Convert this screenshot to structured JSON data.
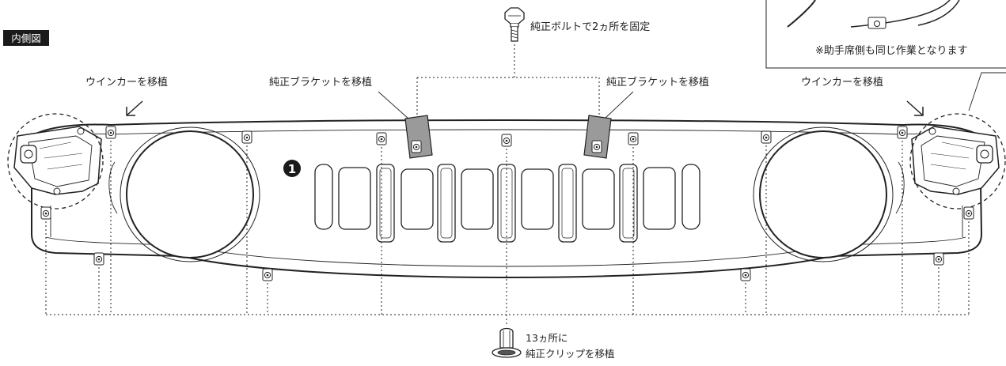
{
  "view_tag": "内側図",
  "step_number": "1",
  "labels": {
    "bolt": "純正ボルトで2ヵ所を固定",
    "bracket_left": "純正ブラケットを移植",
    "bracket_right": "純正ブラケットを移植",
    "winker_left": "ウインカーを移植",
    "winker_right": "ウインカーを移植",
    "passenger_note": "※助手席側も同じ作業となります",
    "clip_line1": "13ヵ所に",
    "clip_line2": "純正クリップを移植"
  },
  "colors": {
    "tag_bg": "#1a1a1a",
    "bracket_fill": "#9a9a9a",
    "line": "#222222"
  }
}
